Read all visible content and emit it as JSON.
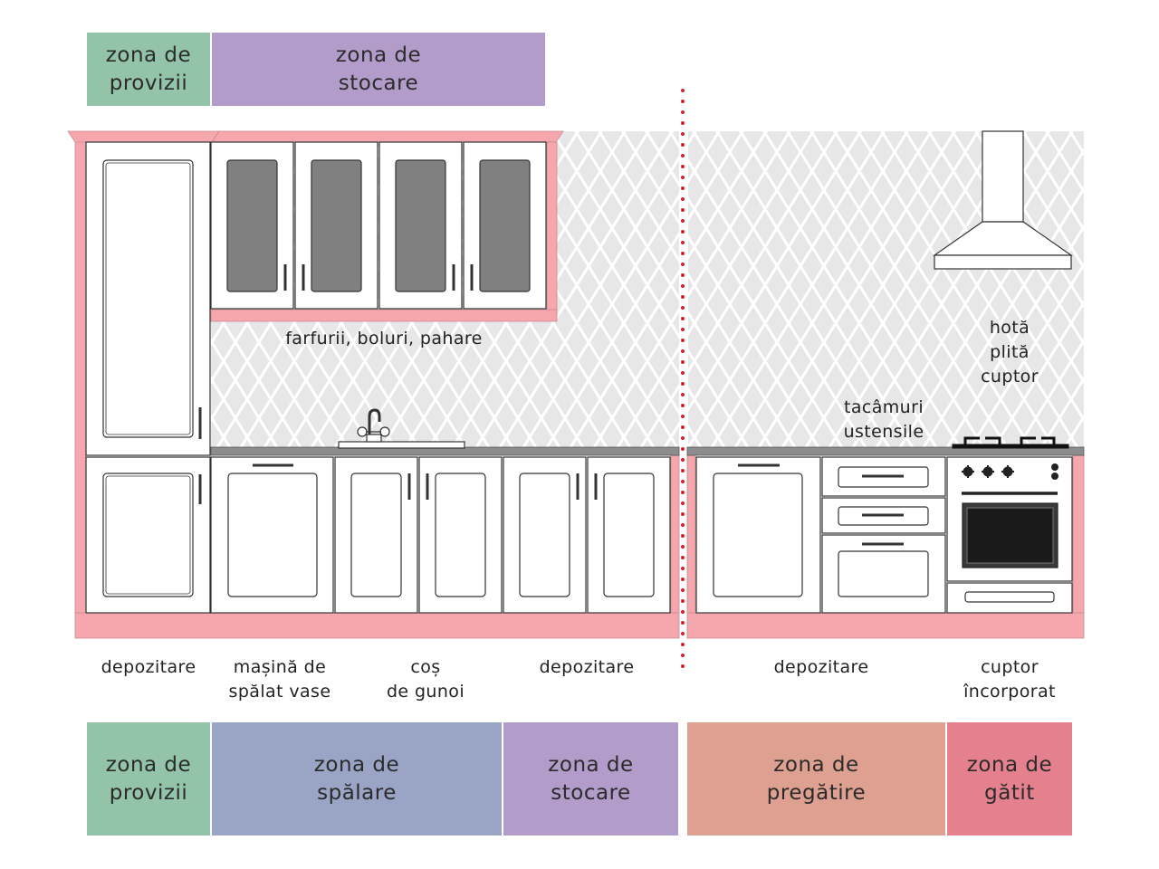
{
  "colors": {
    "provizii": "#93c3a8",
    "stocare": "#b29cca",
    "spalare": "#9aa4c4",
    "pregatire": "#dea090",
    "gatit": "#e5808f",
    "cabinet_frame": "#f5a7ad",
    "backsplash": "#e6e6e6",
    "countertop": "#8c8c8c",
    "glass": "#808080",
    "divider": "#cc2233"
  },
  "top_zones": [
    {
      "line1": "zona de",
      "line2": "provizii"
    },
    {
      "line1": "zona de",
      "line2": "stocare"
    }
  ],
  "bottom_zones": [
    {
      "line1": "zona de",
      "line2": "provizii"
    },
    {
      "line1": "zona de",
      "line2": "spălare"
    },
    {
      "line1": "zona de",
      "line2": "stocare"
    },
    {
      "line1": "zona de",
      "line2": "pregătire"
    },
    {
      "line1": "zona de",
      "line2": "gătit"
    }
  ],
  "upper_label": "farfurii, boluri, pahare",
  "hood_labels": {
    "line1": "hotă",
    "line2": "plită",
    "line3": "cuptor"
  },
  "counter_labels": {
    "line1": "tacâmuri",
    "line2": "ustensile"
  },
  "bottom_labels": [
    {
      "line1": "depozitare",
      "line2": ""
    },
    {
      "line1": "mașină de",
      "line2": "spălat vase"
    },
    {
      "line1": "coș",
      "line2": "de gunoi"
    },
    {
      "line1": "depozitare",
      "line2": ""
    },
    {
      "line1": "depozitare",
      "line2": ""
    },
    {
      "line1": "cuptor",
      "line2": "încorporat"
    }
  ]
}
